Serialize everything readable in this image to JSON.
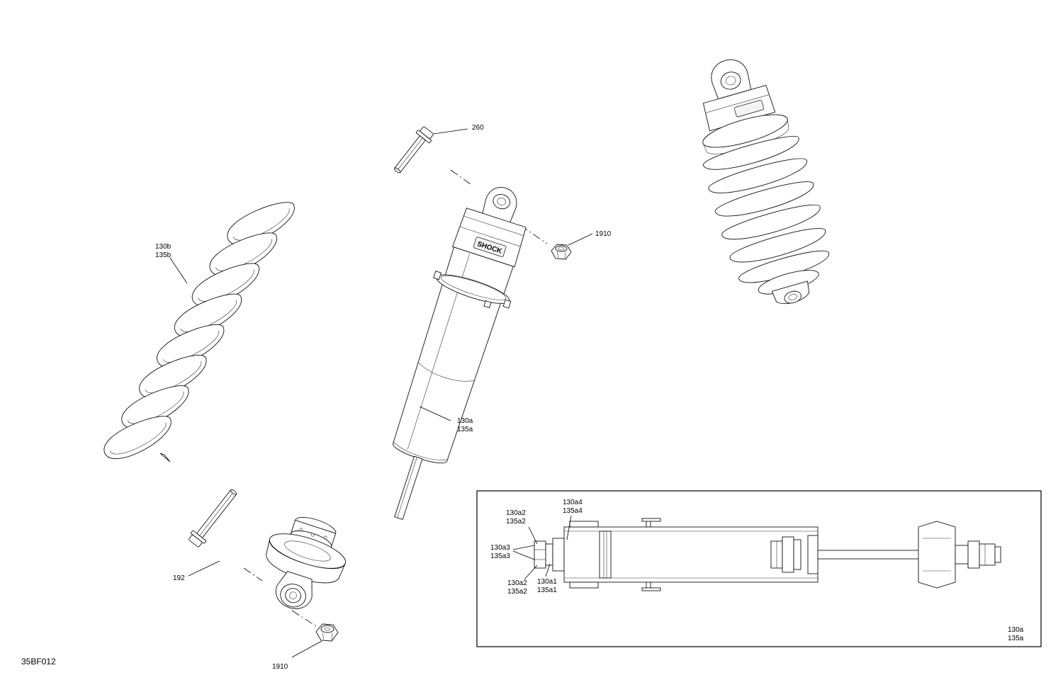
{
  "labels": {
    "bolt_top": "260",
    "nut_top": "1910",
    "spring_a": "130b",
    "spring_b": "135b",
    "shock_a": "130a",
    "shock_b": "135a",
    "bolt_bottom": "192",
    "nut_bottom": "1910",
    "drawing_code": "35BF012"
  },
  "inset": {
    "a4_top": "130a4",
    "a4_bot": "135a4",
    "a2u_top": "130a2",
    "a2u_bot": "135a2",
    "a3_top": "130a3",
    "a3_bot": "135a3",
    "a2l_top": "130a2",
    "a2l_bot": "135a2",
    "a1_top": "130a1",
    "a1_bot": "135a1",
    "main_top": "130a",
    "main_bot": "135a"
  },
  "brand_text": "SHOCK"
}
